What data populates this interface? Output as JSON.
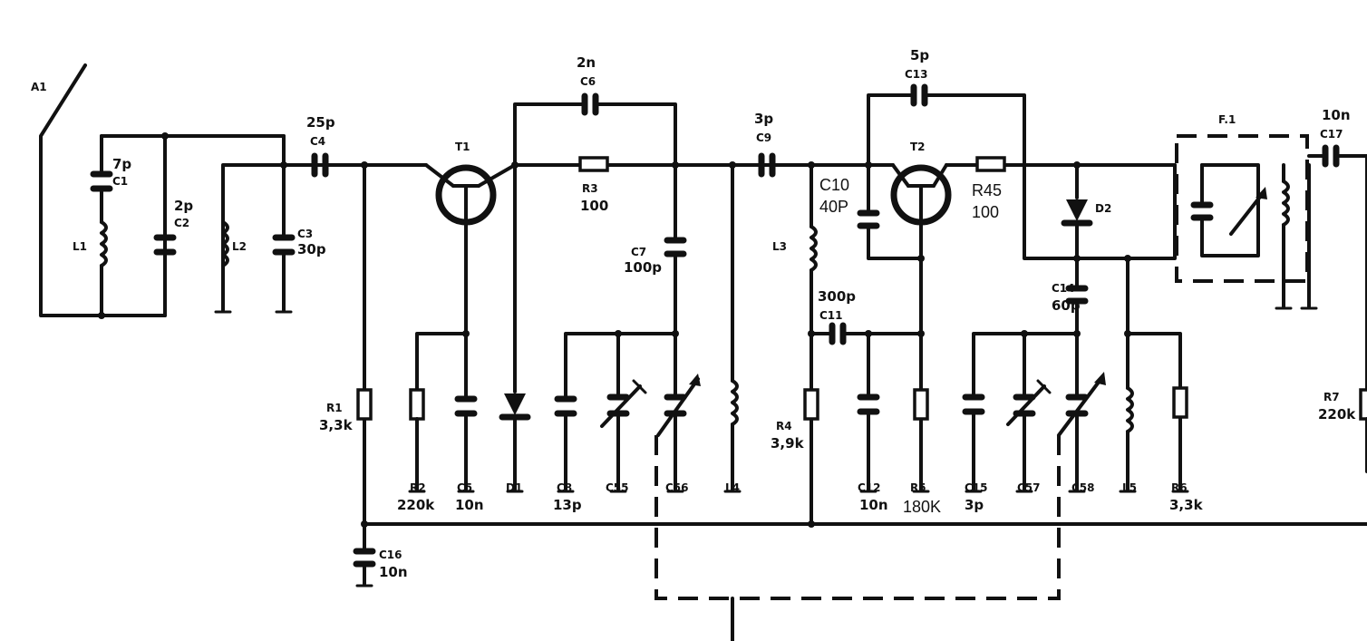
{
  "labels": {
    "A1": "A1",
    "C1": "C1",
    "C1_val": "7p",
    "C2": "C2",
    "C2_val": "2p",
    "L1": "L1",
    "L2": "L2",
    "C3": "C3",
    "C3_val": "30p",
    "C4": "C4",
    "C4_val": "25p",
    "T1": "T1",
    "C6": "C6",
    "C6_val": "2n",
    "R3": "R3",
    "R3_val": "100",
    "C7": "C7",
    "C7_val": "100p",
    "C9": "C9",
    "C9_val": "3p",
    "C10": "C10",
    "C10_val": "40P",
    "T2": "T2",
    "C13": "C13",
    "C13_val": "5p",
    "R45": "R45",
    "R45_val": "100",
    "D2": "D2",
    "F1": "F.1",
    "C17": "C17",
    "C17_val": "10n",
    "L3": "L3",
    "C11": "C11",
    "C11_val": "300p",
    "C14": "C14",
    "C14_val": "60p",
    "R1": "R1",
    "R1_val": "3,3k",
    "R2": "R2",
    "R2_val": "220k",
    "C5": "C5",
    "C5_val": "10n",
    "D1": "D1",
    "C8": "C8",
    "C8_val": "13p",
    "C55": "C55",
    "C56": "C56",
    "L4": "L4",
    "R4": "R4",
    "R4_val": "3,9k",
    "C12": "C12",
    "C12_val": "10n",
    "R5": "R5",
    "R5_val": "180K",
    "C15": "C15",
    "C15_val": "3p",
    "C57": "C57",
    "C58": "C58",
    "L5": "L5",
    "R6": "R6",
    "R6_val": "3,3k",
    "R7": "R7",
    "R7_val": "220k",
    "C16": "C16",
    "C16_val": "10n"
  }
}
